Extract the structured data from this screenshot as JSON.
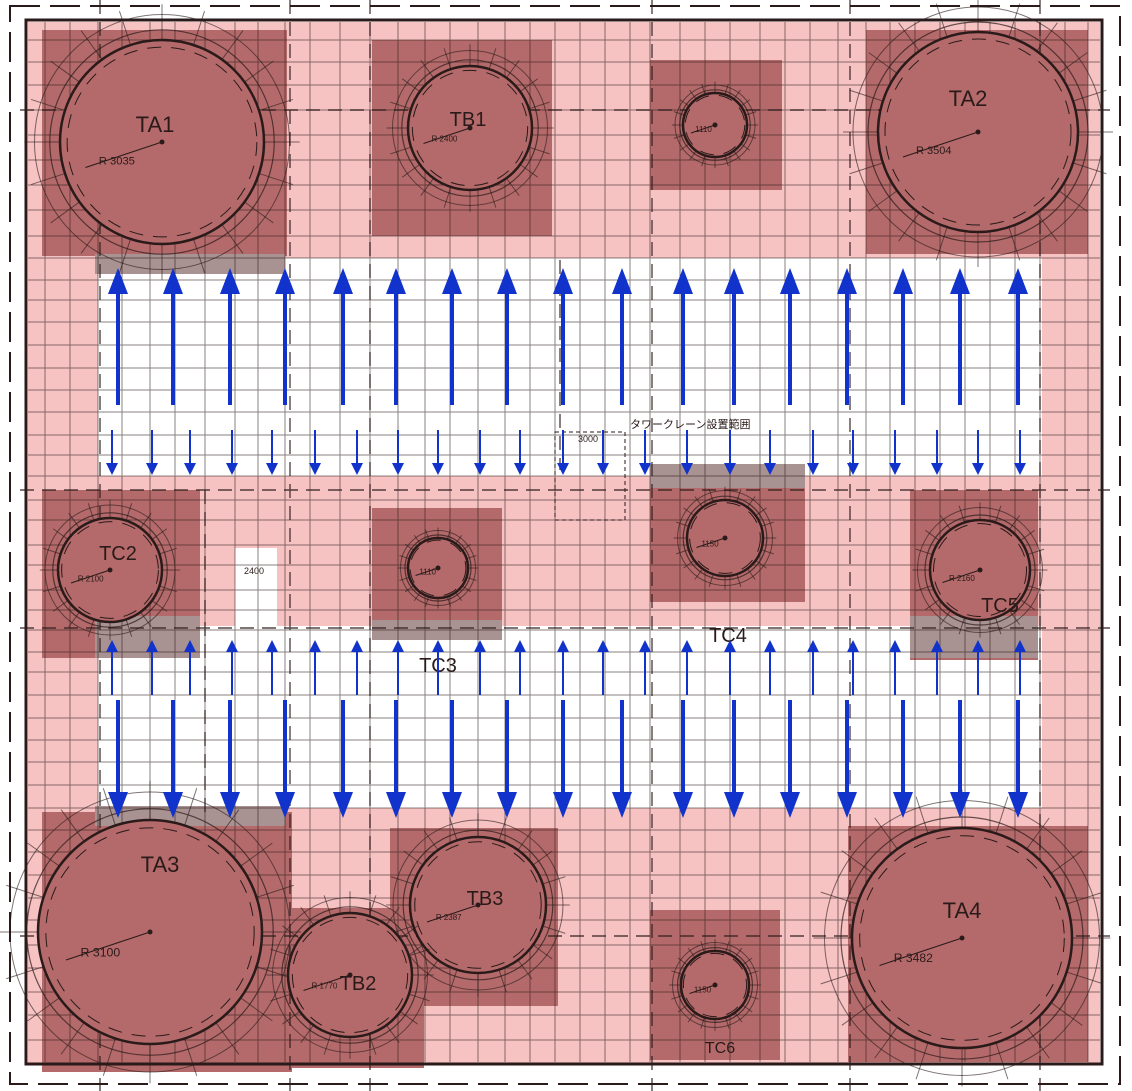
{
  "tanks": [
    {
      "id": "TA1",
      "label": "TA1",
      "radius_label": "R 3035"
    },
    {
      "id": "TB1",
      "label": "TB1",
      "radius_label": "R 2400"
    },
    {
      "id": "TC1",
      "label": "",
      "radius_label": "1110"
    },
    {
      "id": "TA2",
      "label": "TA2",
      "radius_label": "R 3504"
    },
    {
      "id": "TC2",
      "label": "TC2",
      "radius_label": "R 2100"
    },
    {
      "id": "TC3",
      "label": "TC3",
      "radius_label": "1110"
    },
    {
      "id": "TC4",
      "label": "TC4",
      "radius_label": "1150"
    },
    {
      "id": "TC5",
      "label": "TC5",
      "radius_label": "R 2160"
    },
    {
      "id": "TA3",
      "label": "TA3",
      "radius_label": "R 3100"
    },
    {
      "id": "TB3",
      "label": "TB3",
      "radius_label": "R 2387"
    },
    {
      "id": "TB2",
      "label": "TB2",
      "radius_label": "R 1770"
    },
    {
      "id": "TC6",
      "label": "TC6",
      "radius_label": "1150"
    },
    {
      "id": "TA4",
      "label": "TA4",
      "radius_label": "R 3482"
    }
  ],
  "annotations": {
    "crane_note": "タワークレーン設置範囲",
    "dimension_3000": "3000",
    "dimension_2400": "2400"
  },
  "colors": {
    "light_zone": "#f7c2c2",
    "dark_zone": "#b46a6a",
    "grey_zone": "#a99292",
    "arrow": "#1133cc",
    "grid_line": "#2a1a1a"
  }
}
